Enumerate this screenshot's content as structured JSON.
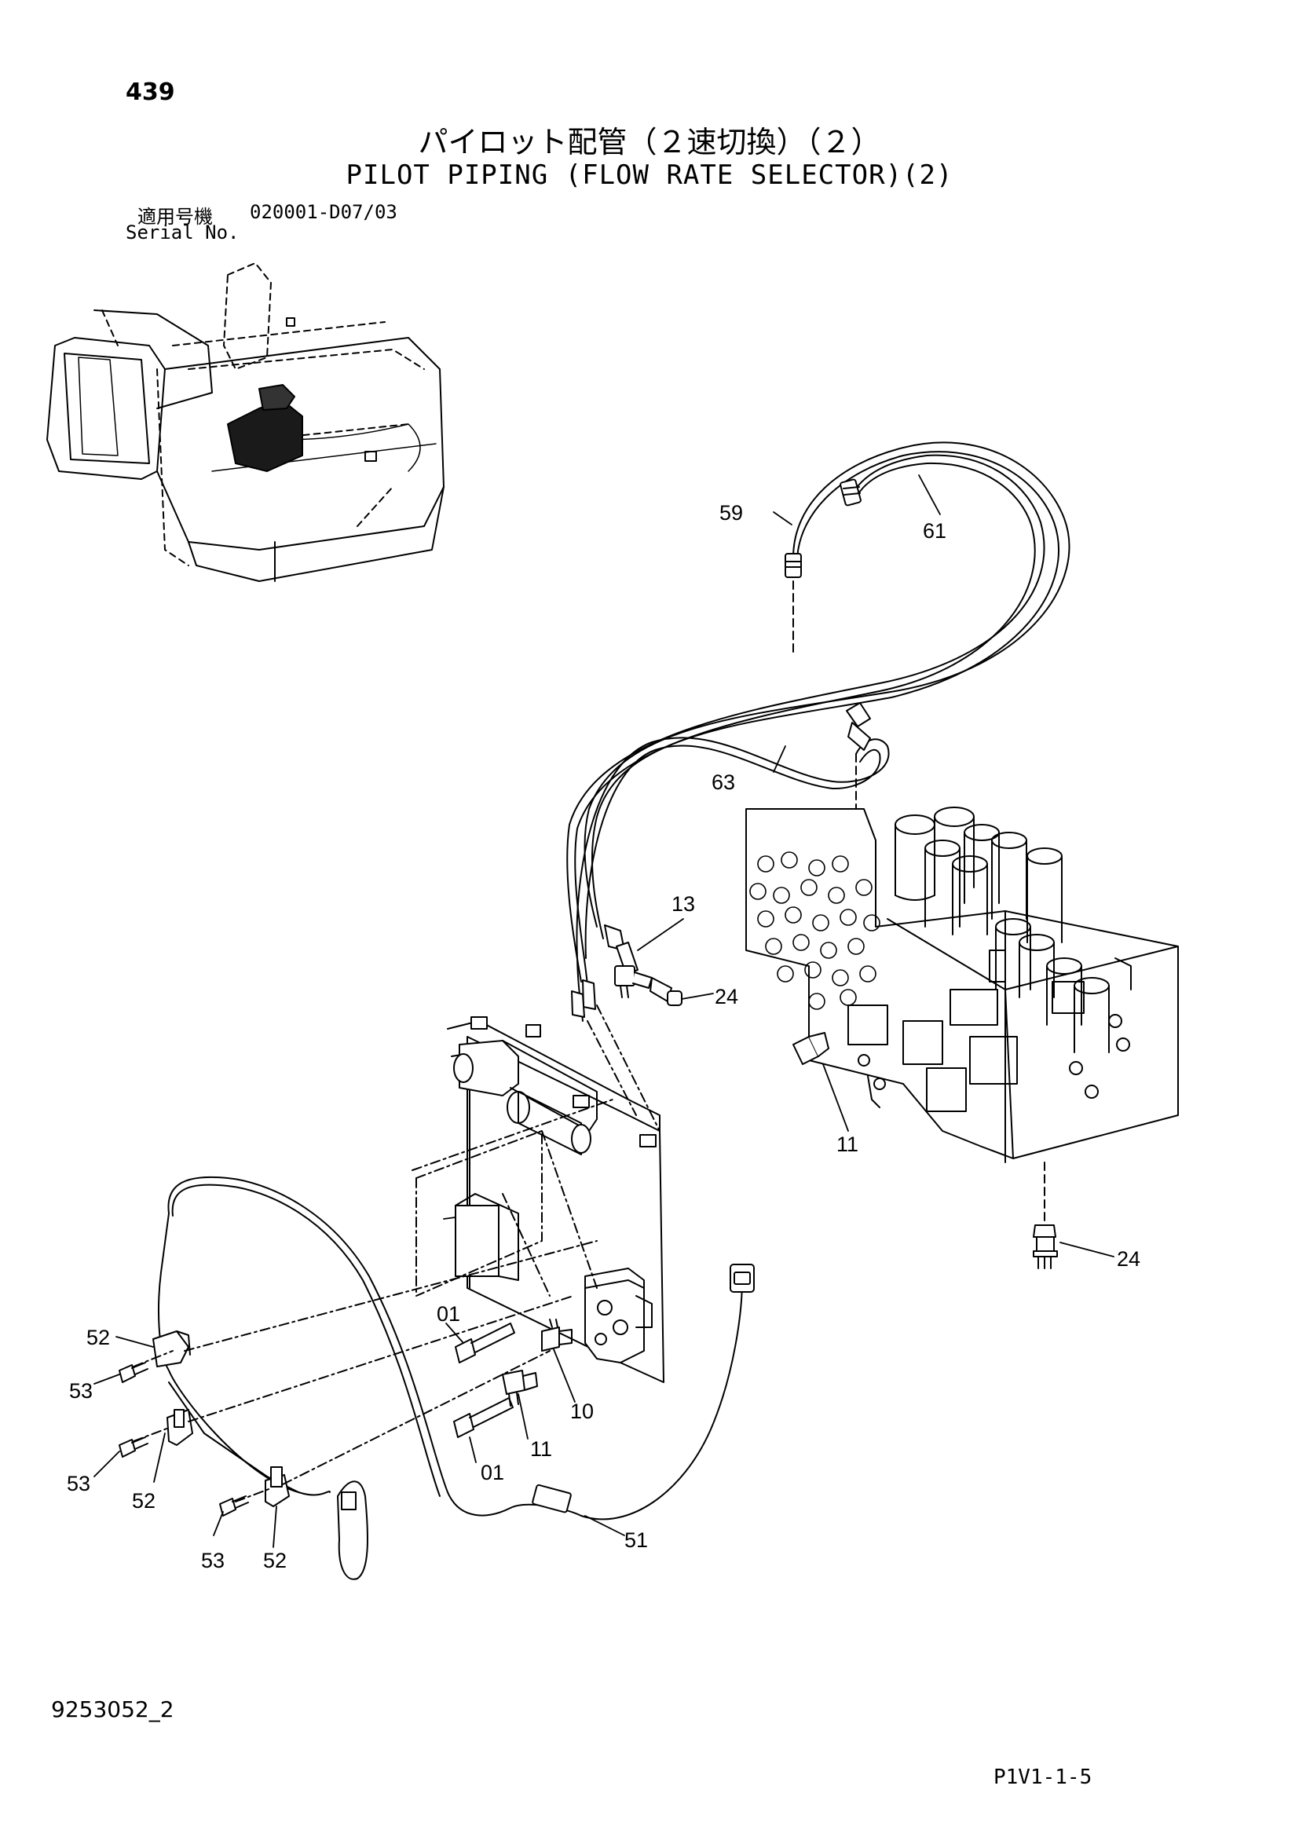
{
  "header": {
    "page_number": "439",
    "title_jp": "パイロット配管（２速切換）（２）",
    "title_en": "PILOT PIPING (FLOW RATE SELECTOR)(2)",
    "serial_label_jp": "適用号機",
    "serial_label_en": "Serial No.",
    "serial_range": "020001-D07/03"
  },
  "footer": {
    "doc_number": "9253052_2",
    "page_code": "P1V1-1-5"
  },
  "callouts": [
    "59",
    "61",
    "63",
    "13",
    "24",
    "11",
    "24",
    "01",
    "10",
    "11",
    "01",
    "51",
    "52",
    "53",
    "53",
    "52",
    "53",
    "52"
  ]
}
